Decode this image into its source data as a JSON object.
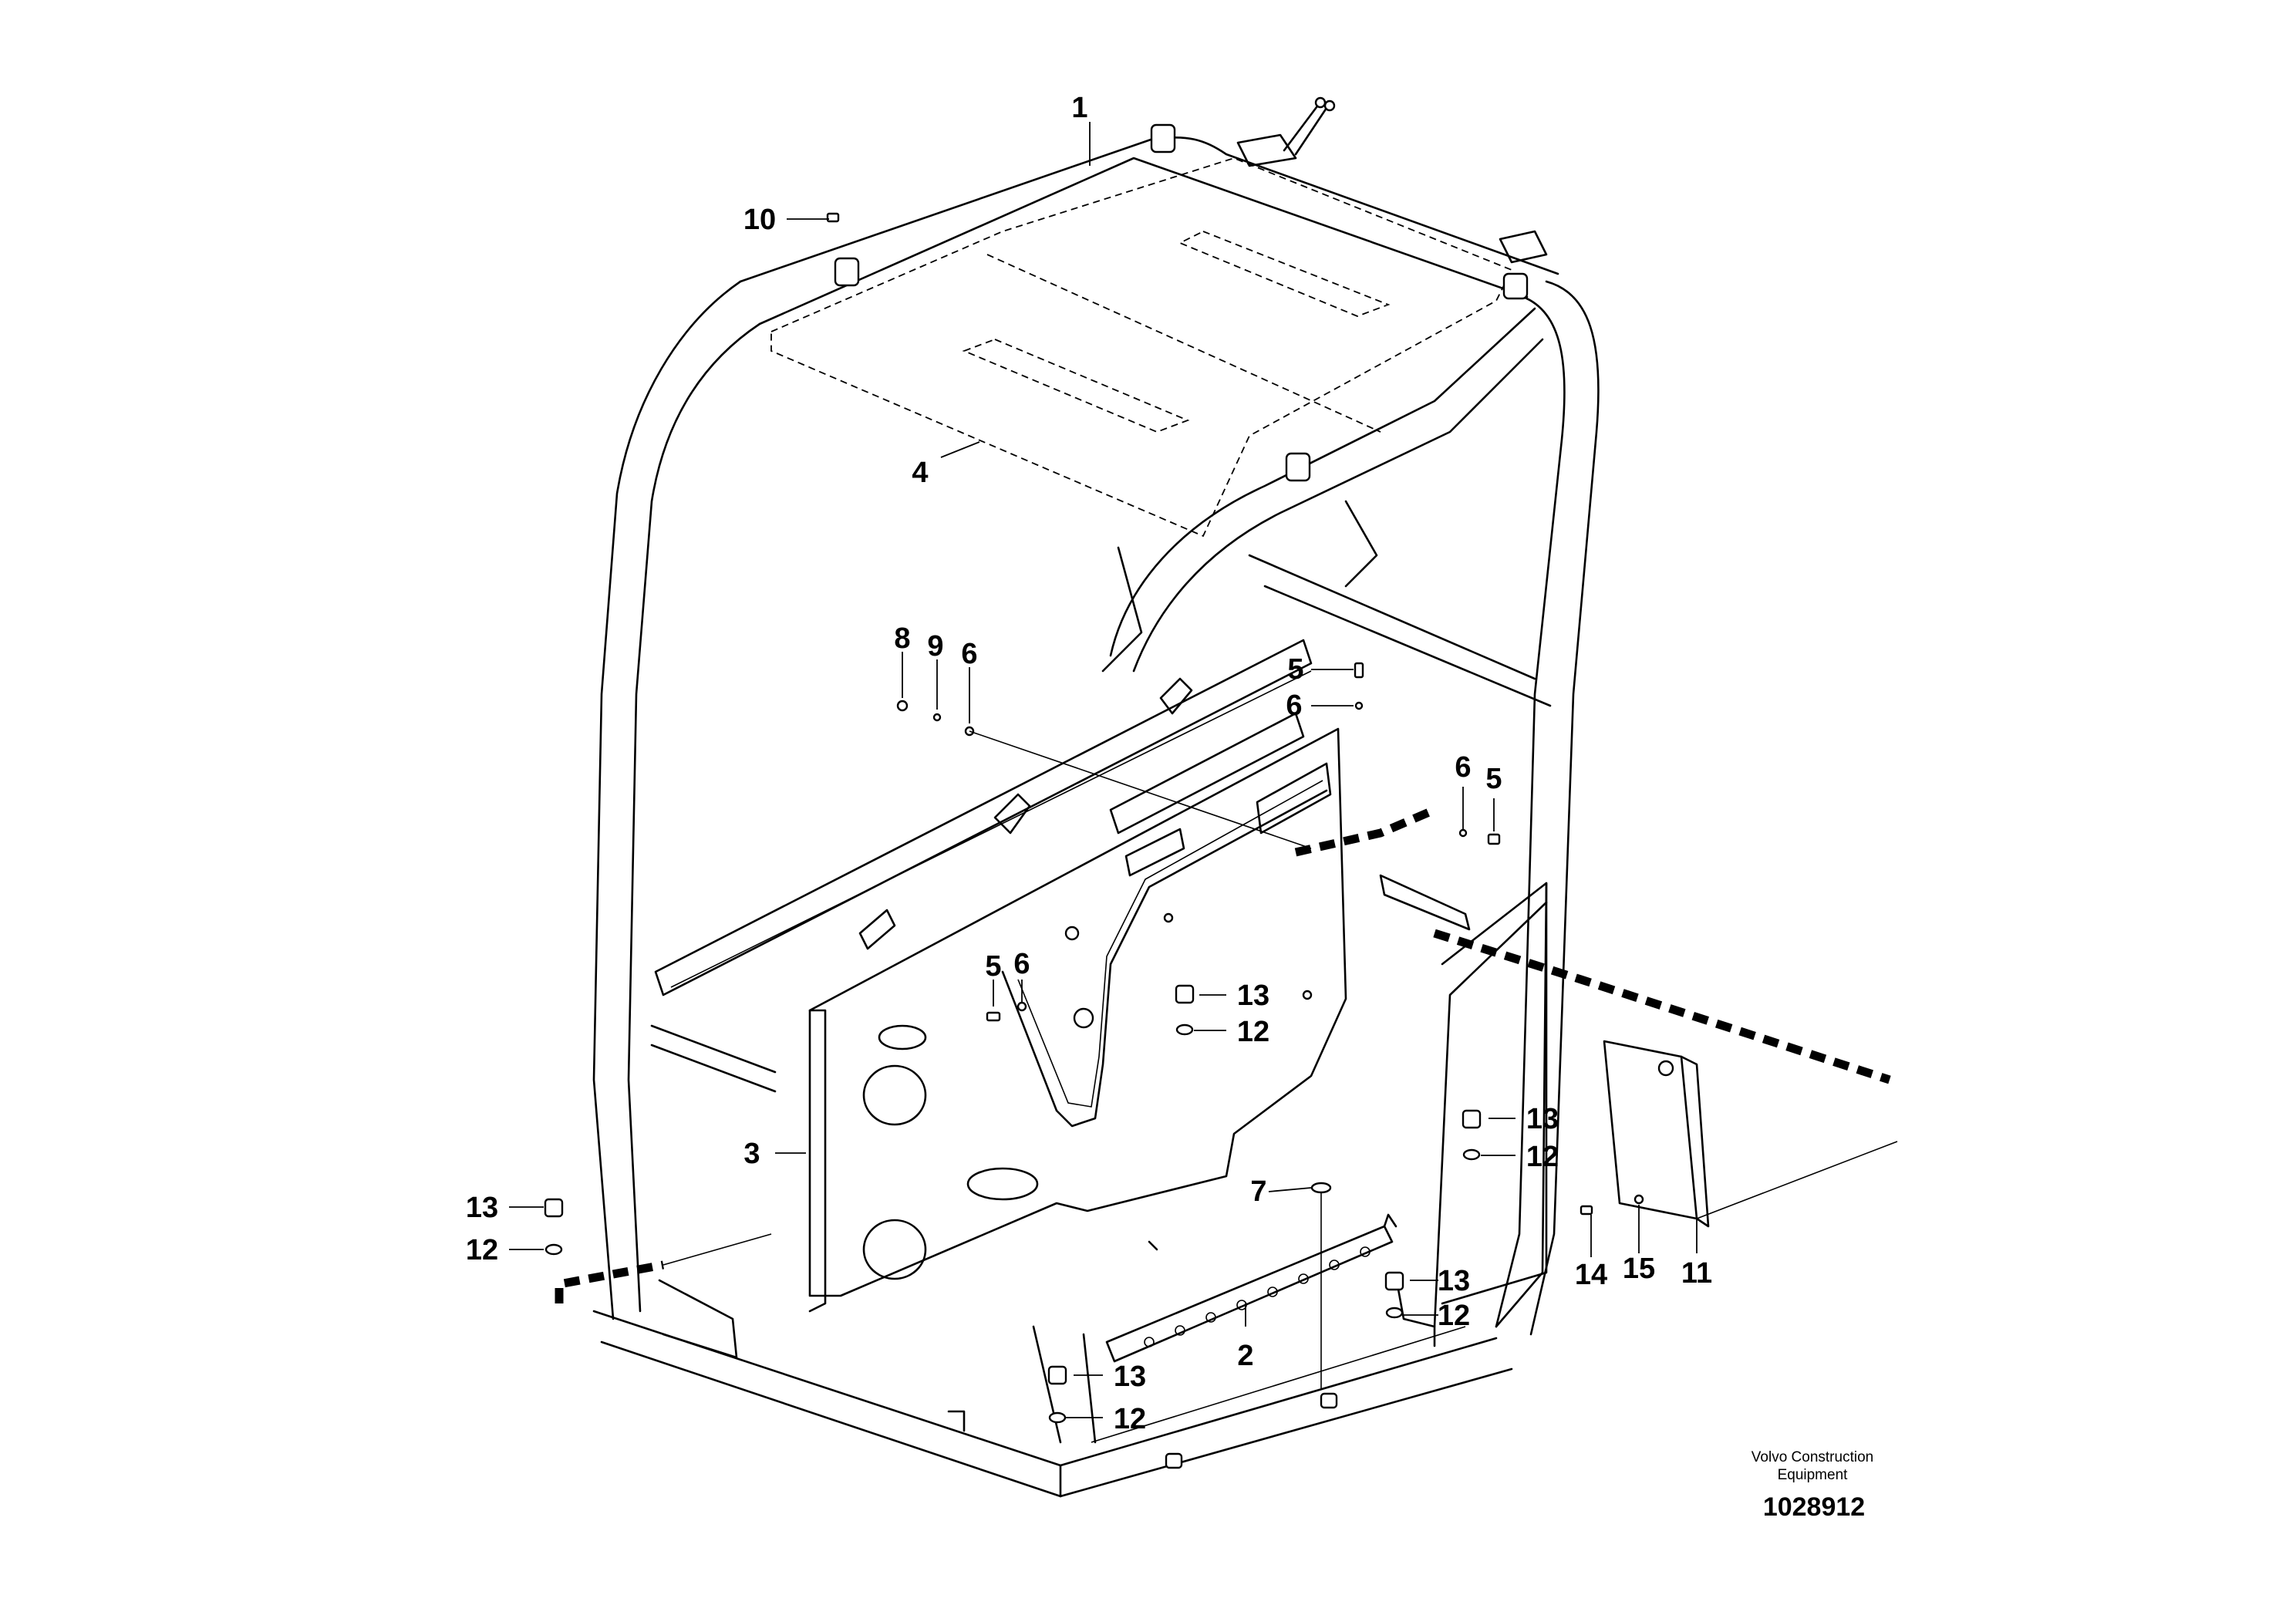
{
  "callouts": [
    "1",
    "2",
    "3",
    "4",
    "5",
    "5",
    "5",
    "6",
    "6",
    "6",
    "6",
    "7",
    "8",
    "9",
    "10",
    "11",
    "12",
    "12",
    "12",
    "12",
    "12",
    "13",
    "13",
    "13",
    "13",
    "13",
    "14",
    "15"
  ],
  "caption": {
    "line1": "Volvo Construction",
    "line2": "Equipment",
    "number": "1028912"
  }
}
